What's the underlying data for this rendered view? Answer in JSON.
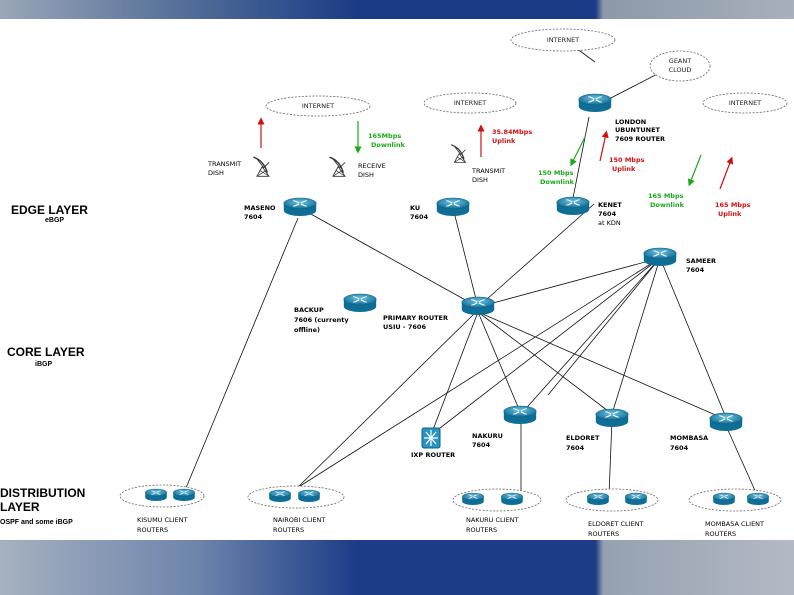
{
  "layers": {
    "edge": {
      "title": "EDGE LAYER",
      "sub": "eBGP"
    },
    "core": {
      "title": "CORE LAYER",
      "sub": "iBGP"
    },
    "distribution": {
      "title_line1": "DISTRIBUTION",
      "title_line2": "LAYER",
      "sub": "OSPF and some iBGP"
    }
  },
  "clouds": {
    "internet_top": "INTERNET",
    "geant_line1": "GEANT",
    "geant_line2": "CLOUD",
    "internet_left": "INTERNET",
    "internet_mid": "INTERNET",
    "internet_right": "INTERNET"
  },
  "routers": {
    "london": [
      "LONDON",
      "UBUNTUNET",
      "7609 ROUTER"
    ],
    "maseno": [
      "MASENO",
      "7604"
    ],
    "ku": [
      "KU",
      "7604"
    ],
    "kenet": [
      "KENET",
      "7604",
      "at KDN"
    ],
    "sameer": [
      "SAMEER",
      "7604"
    ],
    "backup": [
      "BACKUP",
      "7606 (currenty",
      "offline)"
    ],
    "primary": [
      "PRIMARY ROUTER",
      "USIU - 7606"
    ],
    "nakuru": [
      "NAKURU",
      "7604"
    ],
    "eldoret": [
      "ELDORET",
      "7604"
    ],
    "mombasa": [
      "MOMBASA",
      "7604"
    ],
    "ixp": "IXP ROUTER"
  },
  "dishes": {
    "transmit_left": [
      "TRANSMIT",
      "DISH"
    ],
    "receive": [
      "RECEIVE",
      "DISH"
    ],
    "transmit_mid": [
      "TRANSMIT",
      "DISH"
    ]
  },
  "links": {
    "maseno_down": [
      "165Mbps",
      "Downlink"
    ],
    "ku_up": [
      "35.84Mbps",
      "Uplink"
    ],
    "kenet_down": [
      "150 Mbps",
      "Downlink"
    ],
    "kenet_up": [
      "150 Mbps",
      "Uplink"
    ],
    "sameer_down": [
      "165 Mbps",
      "Downlink"
    ],
    "sameer_up": [
      "165 Mbps",
      "Uplink"
    ]
  },
  "client_groups": {
    "kisumu": [
      "KISUMU CLIENT",
      "ROUTERS"
    ],
    "nairobi": [
      "NAIROBI CLIENT",
      "ROUTERS"
    ],
    "nakuru": [
      "NAKURU CLIENT",
      "ROUTERS"
    ],
    "eldoret": [
      "ELDORET CLIENT",
      "ROUTERS"
    ],
    "mombasa": [
      "MOMBASA CLIENT",
      "ROUTERS"
    ]
  },
  "colors": {
    "router": "#1a8fb8",
    "downlink": "#1aaa1a",
    "uplink": "#d01010",
    "band": "#1b3b86"
  }
}
